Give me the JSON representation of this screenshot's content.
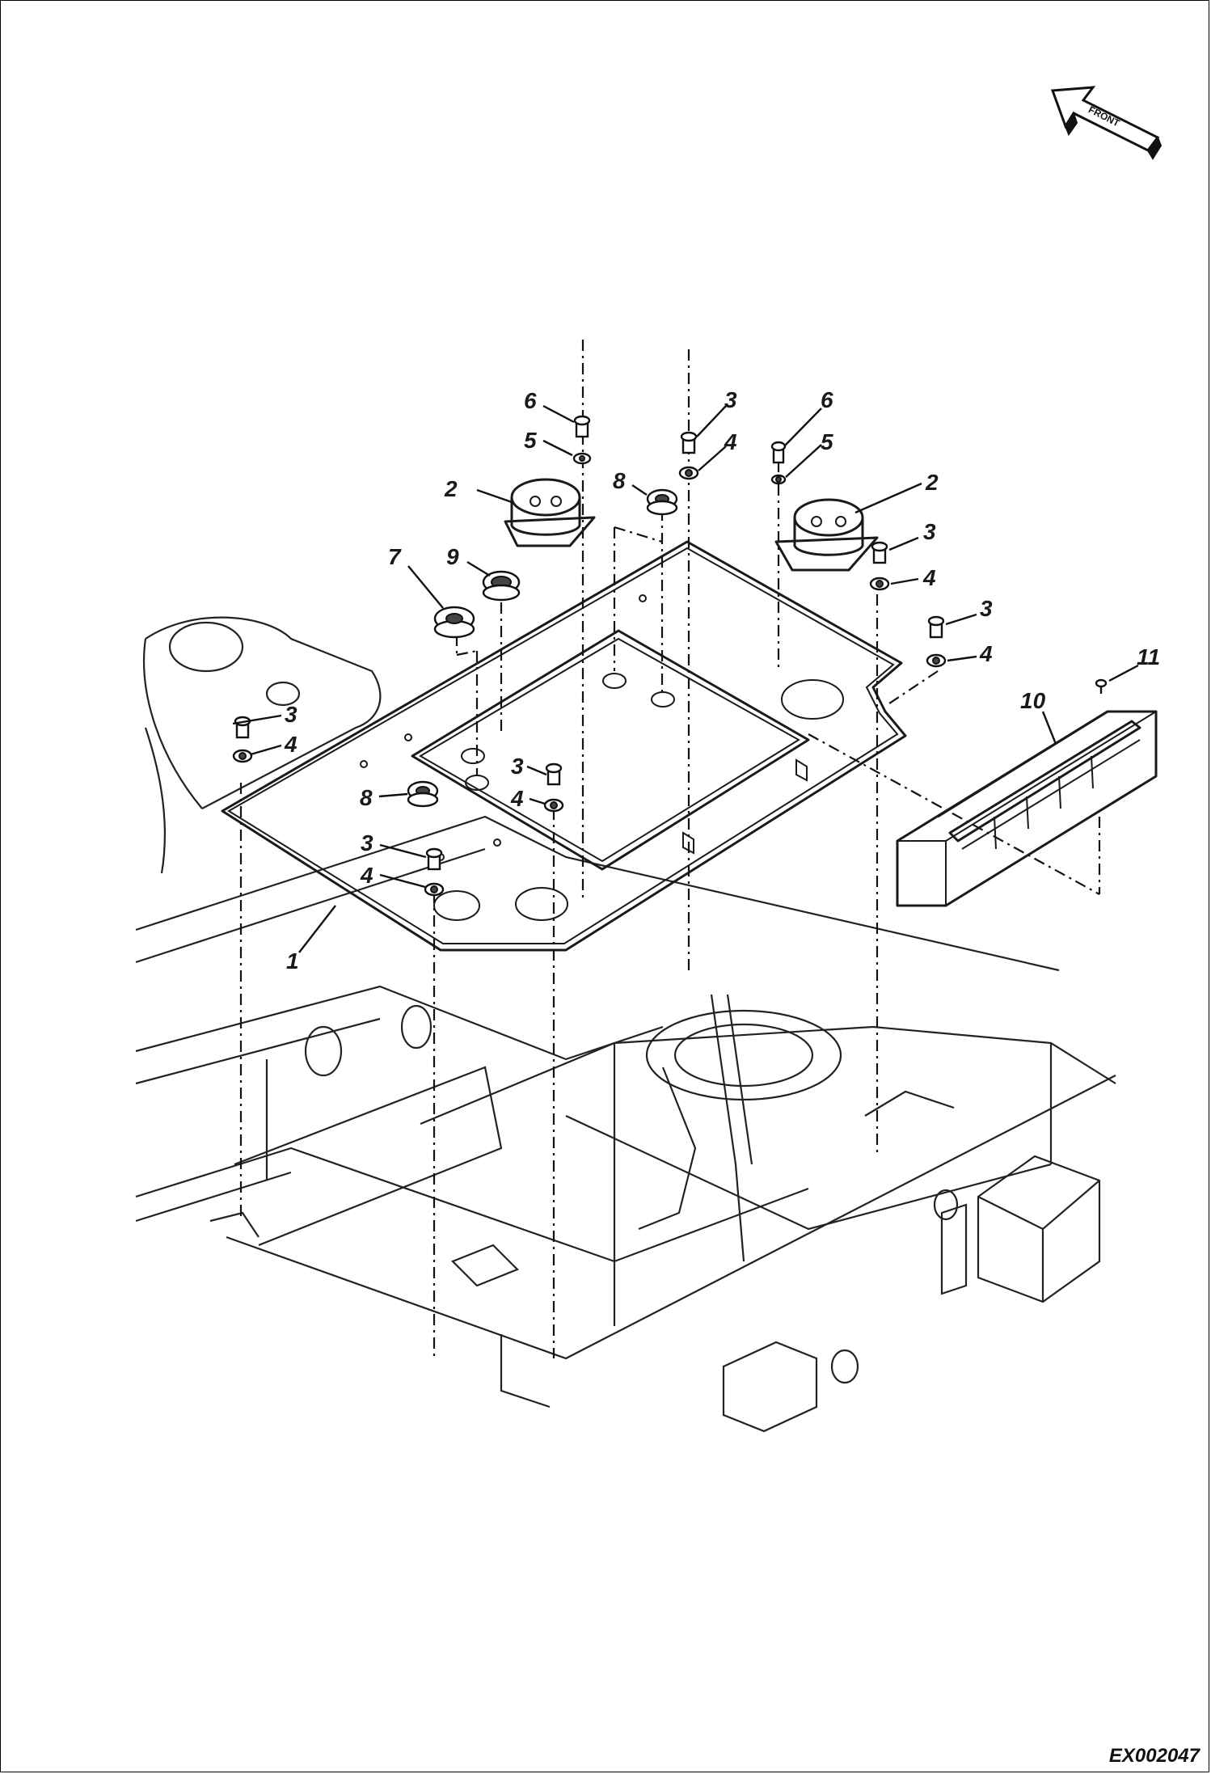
{
  "direction_arrow": {
    "label": "FRONT",
    "icon": "front-arrow-icon"
  },
  "figure_code": "EX002047",
  "callouts": [
    {
      "id": "c-6a",
      "label": "6"
    },
    {
      "id": "c-5a",
      "label": "5"
    },
    {
      "id": "c-3a",
      "label": "3"
    },
    {
      "id": "c-4a",
      "label": "4"
    },
    {
      "id": "c-6b",
      "label": "6"
    },
    {
      "id": "c-5b",
      "label": "5"
    },
    {
      "id": "c-2a",
      "label": "2"
    },
    {
      "id": "c-8a",
      "label": "8"
    },
    {
      "id": "c-2b",
      "label": "2"
    },
    {
      "id": "c-3b",
      "label": "3"
    },
    {
      "id": "c-4b",
      "label": "4"
    },
    {
      "id": "c-7",
      "label": "7"
    },
    {
      "id": "c-9",
      "label": "9"
    },
    {
      "id": "c-3c",
      "label": "3"
    },
    {
      "id": "c-4c",
      "label": "4"
    },
    {
      "id": "c-11",
      "label": "11"
    },
    {
      "id": "c-10",
      "label": "10"
    },
    {
      "id": "c-3d",
      "label": "3"
    },
    {
      "id": "c-4d",
      "label": "4"
    },
    {
      "id": "c-3e",
      "label": "3"
    },
    {
      "id": "c-4e",
      "label": "4"
    },
    {
      "id": "c-8b",
      "label": "8"
    },
    {
      "id": "c-3f",
      "label": "3"
    },
    {
      "id": "c-4f",
      "label": "4"
    },
    {
      "id": "c-1",
      "label": "1"
    }
  ]
}
